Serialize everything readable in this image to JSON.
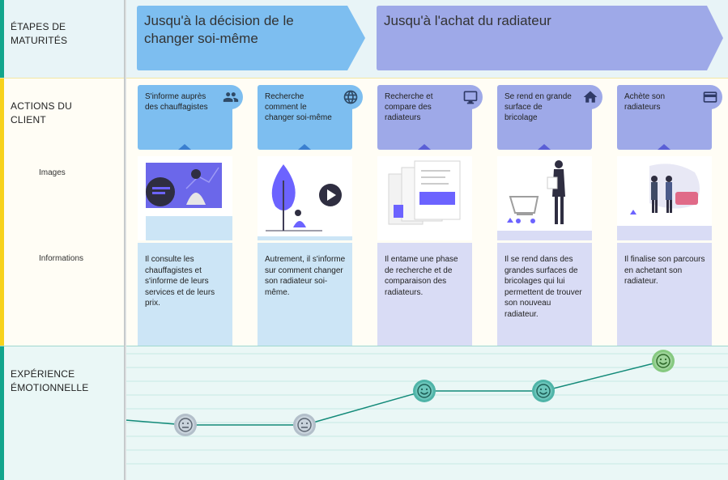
{
  "sidebar": {
    "maturity_label_1": "ÉTAPES DE",
    "maturity_label_2": "MATURITÉS",
    "actions_label_1": "ACTIONS DU",
    "actions_label_2": "CLIENT",
    "images_label": "Images",
    "informations_label": "Informations",
    "emotion_label_1": "EXPÉRIENCE",
    "emotion_label_2": "ÉMOTIONNELLE"
  },
  "phases": [
    {
      "line1": "Jusqu'à la décision de le",
      "line2": "changer soi-même",
      "color": "#7dbef0"
    },
    {
      "line1": "Jusqu'à l'achat du radiateur",
      "line2": "",
      "color": "#9ea9e8"
    }
  ],
  "columns": [
    {
      "action": "S'informe auprès des chauffagistes",
      "icon": "people-icon",
      "color": "#7dbef0",
      "info": "Il consulte les chauffagistes et s'informe de leurs services et de leurs prix.",
      "info_bg": "#cce5f6",
      "image": "computer-presentation-illustration"
    },
    {
      "action": "Recherche comment le changer soi-même",
      "icon": "globe-icon",
      "color": "#7dbef0",
      "info": "Autrement, il s'informe sur comment changer son radiateur soi-même.",
      "info_bg": "#cce5f6",
      "image": "video-tree-illustration"
    },
    {
      "action": "Recherche et compare des radiateurs",
      "icon": "monitor-icon",
      "color": "#9ea9e8",
      "info": "Il entame une phase de recherche et de comparaison des radiateurs.",
      "info_bg": "#d9dcf5",
      "image": "documents-illustration"
    },
    {
      "action": "Se rend en grande surface de bricolage",
      "icon": "home-icon",
      "color": "#9ea9e8",
      "info": "Il se rend dans des grandes surfaces de bricolages qui lui permettent de trouver son nouveau radiateur.",
      "info_bg": "#d9dcf5",
      "image": "shopping-cart-illustration"
    },
    {
      "action": "Achète son radiateurs",
      "icon": "credit-card-icon",
      "color": "#9ea9e8",
      "info": "Il finalise son parcours en achetant son radiateur.",
      "info_bg": "#d9dcf5",
      "image": "handshake-illustration"
    }
  ],
  "emotions": [
    {
      "mood": "neutral",
      "level": 1
    },
    {
      "mood": "neutral",
      "level": 1
    },
    {
      "mood": "happy",
      "level": 2
    },
    {
      "mood": "happy",
      "level": 2
    },
    {
      "mood": "very-happy",
      "level": 3
    }
  ],
  "colors": {
    "neutral_face": "#c9d3dc",
    "happy_face": "#6cc6bb",
    "very_happy_face": "#9ed49a",
    "emotion_line": "#138a79"
  }
}
